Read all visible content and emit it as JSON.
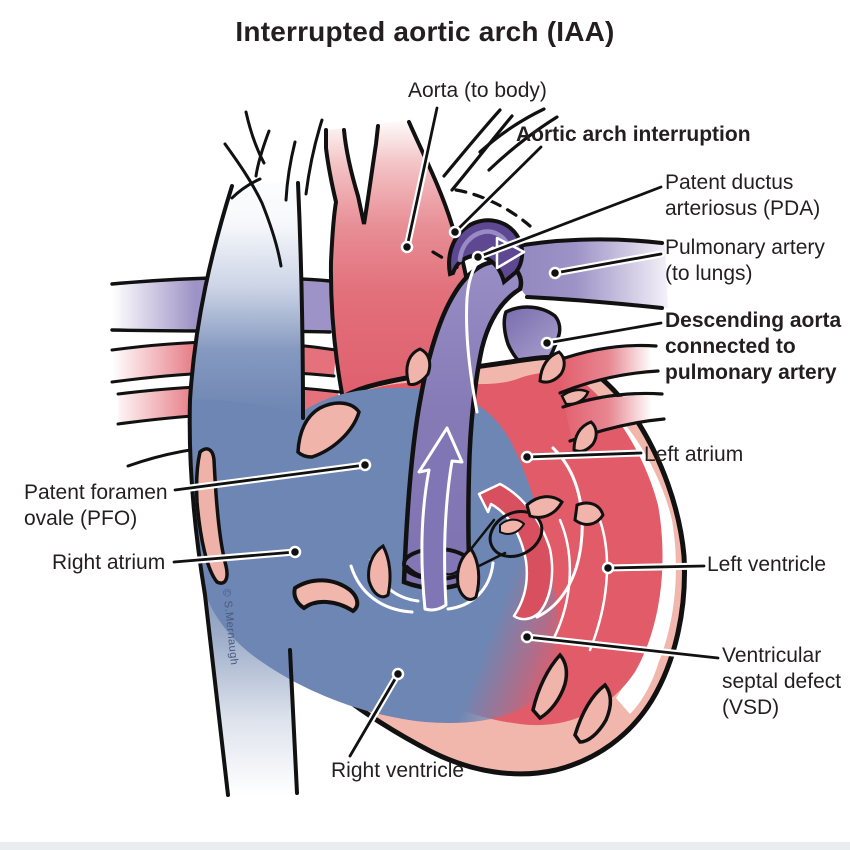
{
  "title": "Interrupted aortic arch (IAA)",
  "artist_signature": "© S.Mernaugh",
  "colors": {
    "arterial_red": "#e25b69",
    "venous_blue": "#6e86b3",
    "mixed_purple_vessel": "#877bb7",
    "pda_dark_purple": "#5e4892",
    "heart_wall_pink": "#f1b7ac",
    "label_text": "#231f20",
    "bottom_strip": "#e9edf0"
  },
  "labels": {
    "aorta_to_body": "Aorta (to body)",
    "aortic_arch_interruption": "Aortic arch interruption",
    "pda": "Patent ductus\narteriosus (PDA)",
    "pulmonary_artery": "Pulmonary artery\n(to lungs)",
    "descending_aorta": "Descending aorta\nconnected to\npulmonary artery",
    "left_atrium": "Left atrium",
    "pfo": "Patent foramen\novale (PFO)",
    "right_atrium": "Right atrium",
    "left_ventricle": "Left ventricle",
    "vsd": "Ventricular\nseptal defect\n(VSD)",
    "right_ventricle": "Right ventricle"
  }
}
